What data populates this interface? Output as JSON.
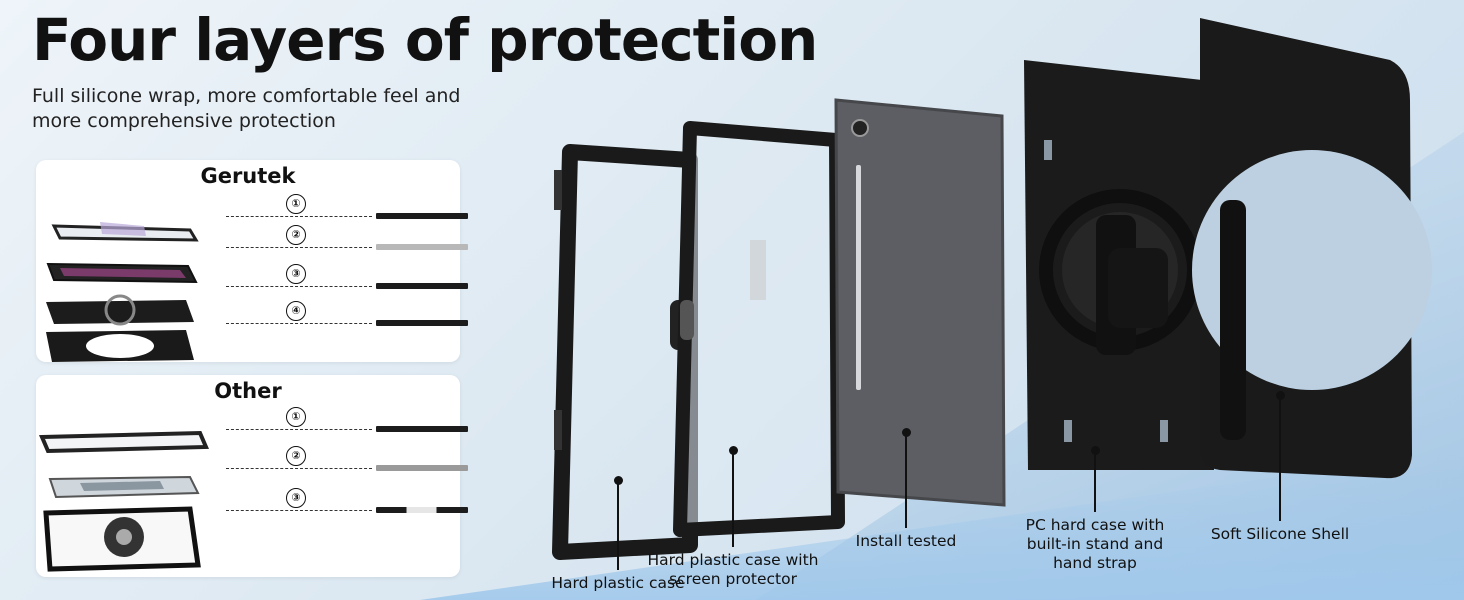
{
  "headline": "Four layers of protection",
  "subheadline": "Full silicone wrap, more comfortable feel and more comprehensive protection",
  "comparison": {
    "gerutek": {
      "title": "Gerutek",
      "layers": [
        {
          "number": "①",
          "bar": "#1c1c1c"
        },
        {
          "number": "②",
          "bar": "#b8b8b8"
        },
        {
          "number": "③",
          "bar": "#1c1c1c"
        },
        {
          "number": "④",
          "bar": "#1c1c1c"
        }
      ]
    },
    "other": {
      "title": "Other",
      "layers": [
        {
          "number": "①",
          "bar": "#1c1c1c"
        },
        {
          "number": "②",
          "bar": "#9a9a9a"
        },
        {
          "number": "③",
          "bar": "#1c1c1c",
          "gap": true
        }
      ]
    }
  },
  "callouts": [
    {
      "label": "Hard plastic case"
    },
    {
      "label": "Hard plastic case with screen protector"
    },
    {
      "label": "Install tested"
    },
    {
      "label": "PC hard case with built-in stand and hand strap"
    },
    {
      "label": "Soft Silicone Shell"
    }
  ],
  "colors": {
    "frame": "#1a1a1a",
    "tablet": "#5d5e63",
    "accent_bg": "#bcd6ec"
  }
}
